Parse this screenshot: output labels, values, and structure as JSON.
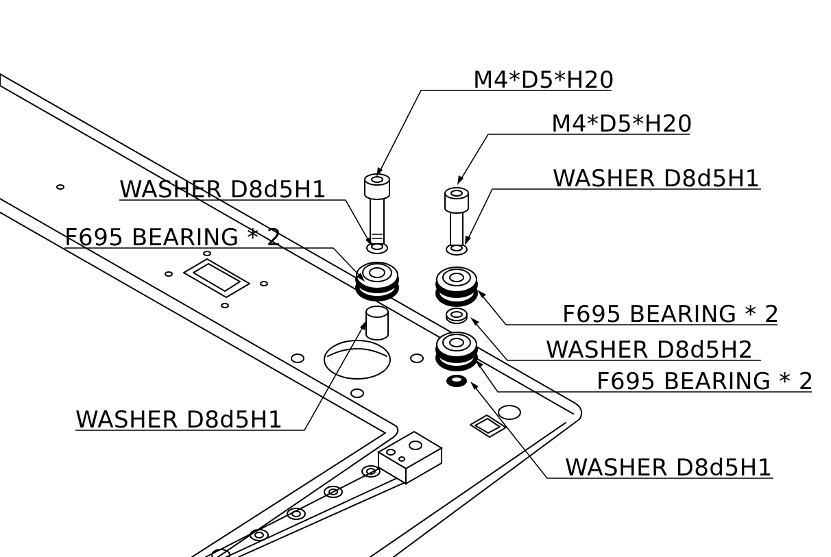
{
  "labels": {
    "screw_1": "M4*D5*H20",
    "screw_2": "M4*D5*H20",
    "washer_left_top": "WASHER D8d5H1",
    "washer_right_top": "WASHER D8d5H1",
    "bearing_left": "F695 BEARING * 2",
    "bearing_right_top": "F695 BEARING * 2",
    "washer_right_mid": "WASHER D8d5H2",
    "bearing_right_bottom": "F695 BEARING * 2",
    "washer_left_bottom": "WASHER D8d5H1",
    "washer_right_bottom": "WASHER D8d5H1"
  },
  "colors": {
    "line": "#000000",
    "background": "#ffffff"
  }
}
